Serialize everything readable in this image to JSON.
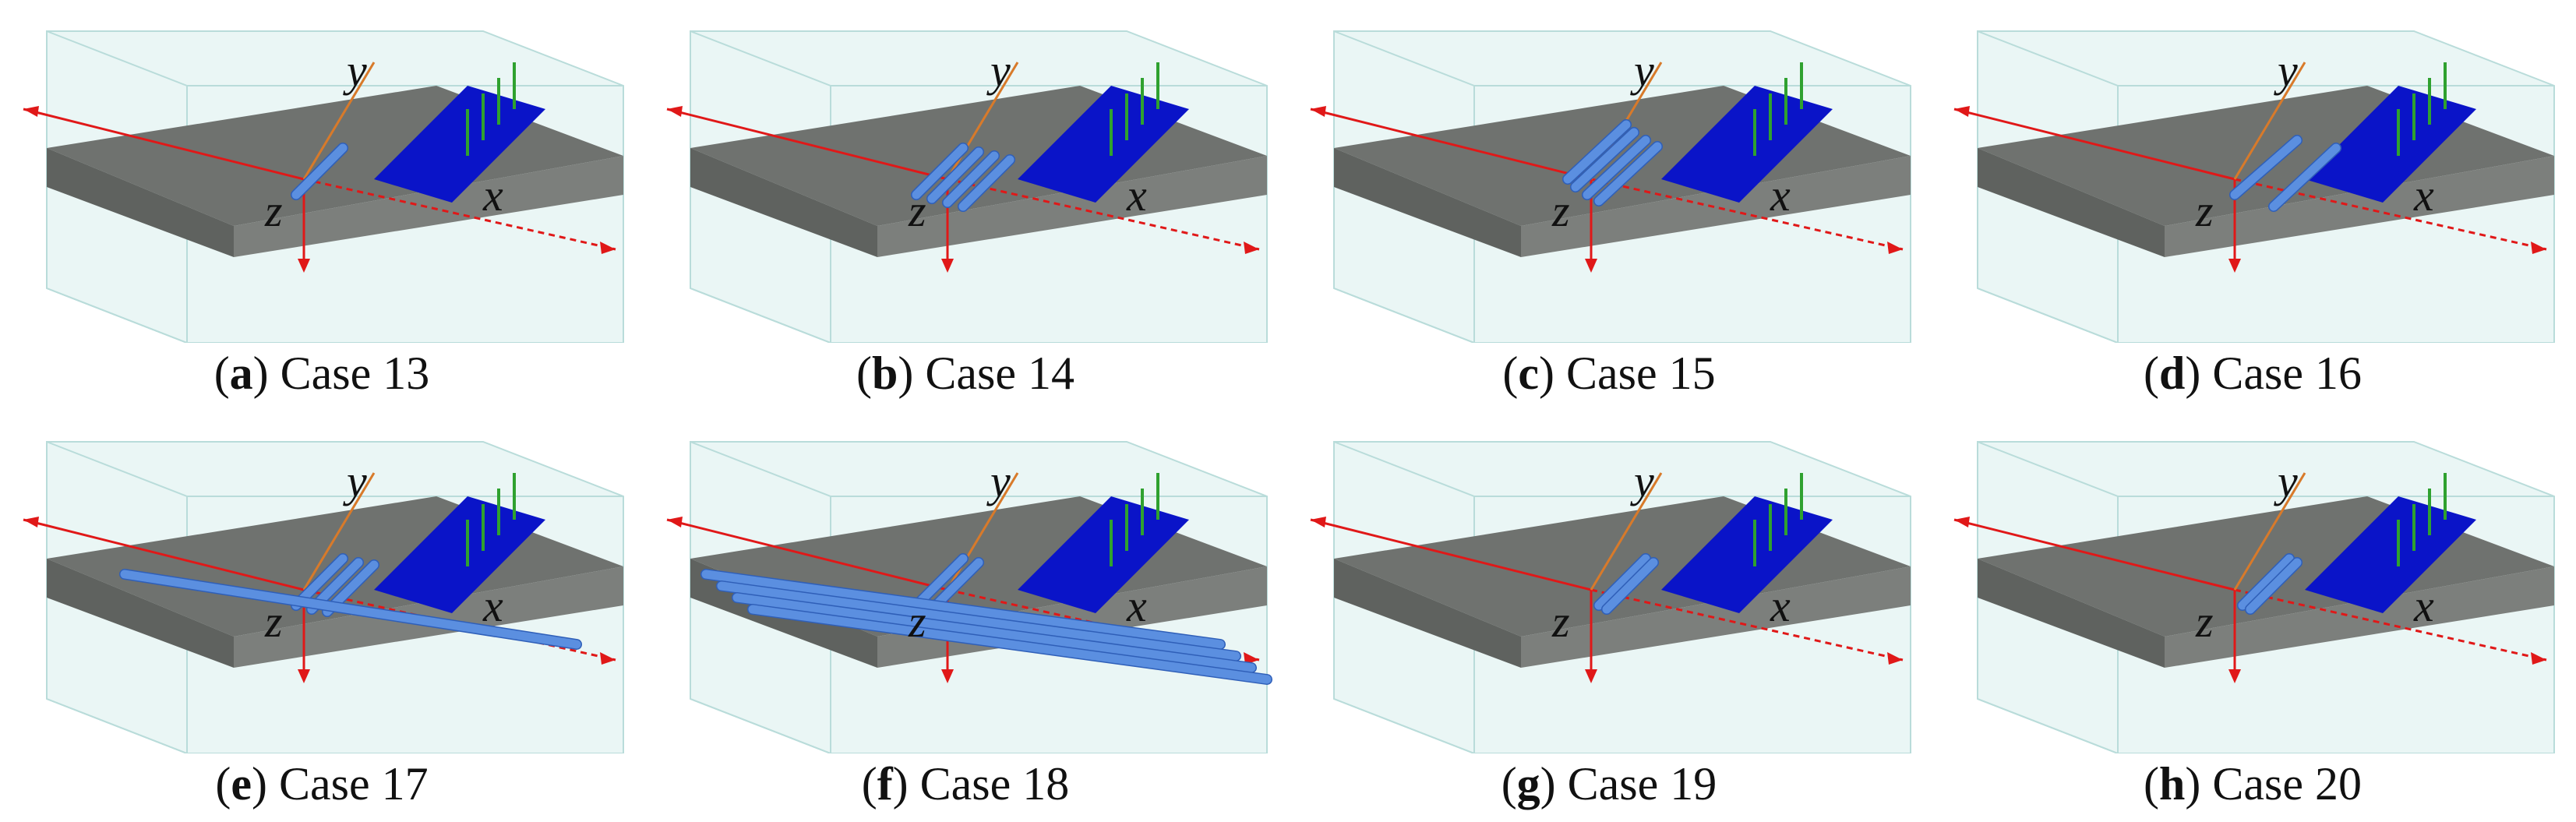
{
  "figure": {
    "axis_labels": {
      "x": "x",
      "y": "y",
      "z": "z"
    },
    "panels": [
      {
        "letter": "a",
        "case": "Case 13",
        "pipes": "a"
      },
      {
        "letter": "b",
        "case": "Case 14",
        "pipes": "b"
      },
      {
        "letter": "c",
        "case": "Case 15",
        "pipes": "c"
      },
      {
        "letter": "d",
        "case": "Case 16",
        "pipes": "d"
      },
      {
        "letter": "e",
        "case": "Case 17",
        "pipes": "e"
      },
      {
        "letter": "f",
        "case": "Case 18",
        "pipes": "f"
      },
      {
        "letter": "g",
        "case": "Case 19",
        "pipes": "g"
      },
      {
        "letter": "h",
        "case": "Case 20",
        "pipes": "h"
      }
    ],
    "colors": {
      "ground": "#6f726f",
      "ground_edge": "#8d908d",
      "box_line": "#b9dcda",
      "box_fill": "#eaf6f5",
      "foundation": "#0a14c8",
      "pile": "#2fa12f",
      "pipe": "#5b8fe0",
      "pipe_edge": "#2f5fb8",
      "axis": "#e01818",
      "axis_y": "#d87a2a"
    }
  }
}
